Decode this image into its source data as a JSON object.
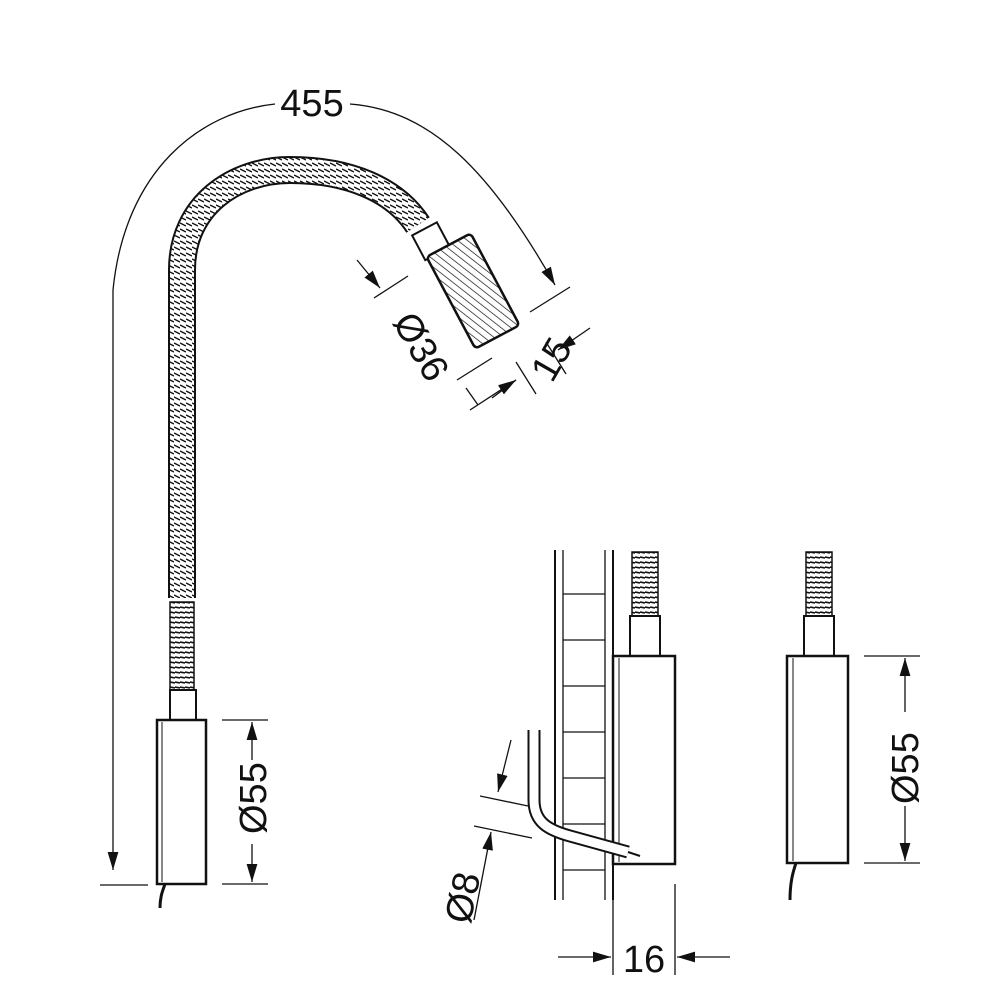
{
  "dimensions": {
    "length": "455",
    "head_diameter": "Ø36",
    "head_offset": "15",
    "base_height_left": "Ø55",
    "base_height_right": "Ø55",
    "cable_diameter": "Ø8",
    "base_depth": "16"
  },
  "colors": {
    "line": "#111111",
    "background": "#ffffff"
  }
}
